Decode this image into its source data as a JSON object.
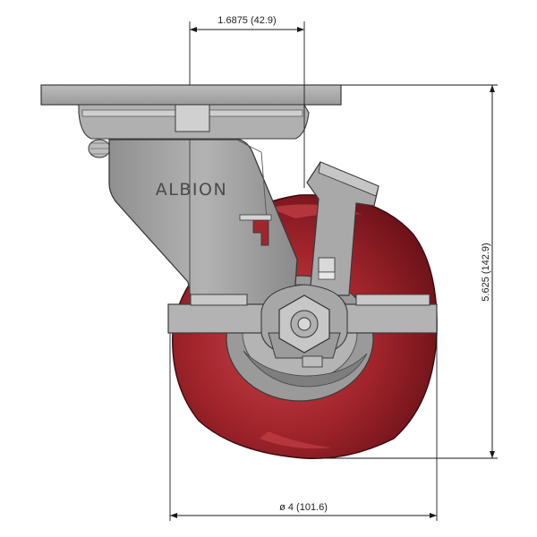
{
  "brand": "ALBION",
  "dimensions": {
    "offset": "1.6875 (42.9)",
    "height": "5.625 (142.9)",
    "wheel_diameter": "ø 4 (101.6)"
  },
  "colors": {
    "wheel": "#a3252c",
    "wheel_highlight": "#d24a4f",
    "steel": "#a6a6a6",
    "steel_dark": "#7c7c7c",
    "steel_light": "#c4c4c4",
    "lines": "#1a1a1a"
  }
}
